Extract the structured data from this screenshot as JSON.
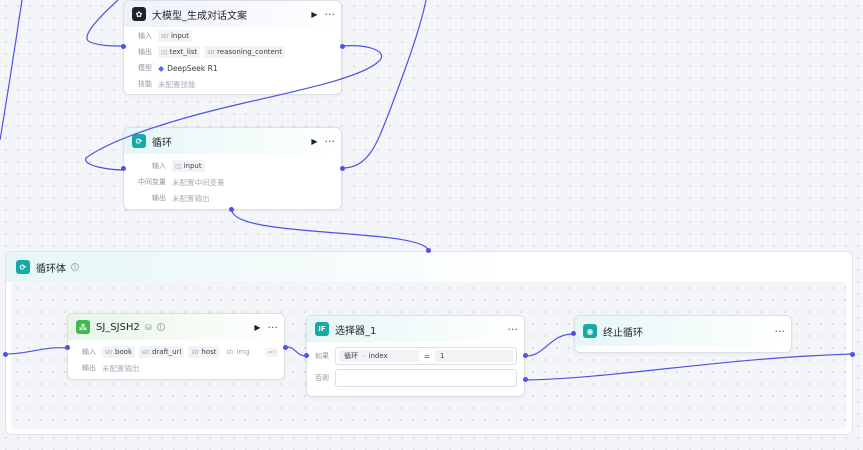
{
  "nodes": {
    "llm": {
      "title": "大模型_生成对话文案",
      "input_label": "输入",
      "inputs": [
        {
          "type": "str",
          "name": "input"
        }
      ],
      "output_label": "输出",
      "outputs": [
        {
          "type": "▯▯",
          "name": "text_list"
        },
        {
          "type": "str",
          "name": "reasoning_content"
        }
      ],
      "model_label": "模型",
      "model": "DeepSeek R1",
      "skill_label": "技能",
      "skill": "未配置技能"
    },
    "loop": {
      "title": "循环",
      "input_label": "输入",
      "inputs": [
        {
          "type": "▯▯",
          "name": "input"
        }
      ],
      "mid_label": "中间变量",
      "mid": "未配置中间变量",
      "output_label": "输出",
      "output": "未配置输出"
    },
    "loop_body": {
      "title": "循环体"
    },
    "plugin": {
      "title": "SJ_SJSH2",
      "input_label": "输入",
      "inputs": [
        {
          "type": "str",
          "name": "book"
        },
        {
          "type": "str",
          "name": "draft_url"
        },
        {
          "type": "str",
          "name": "host"
        },
        {
          "type": "str",
          "name": "img"
        }
      ],
      "overflow": "···",
      "output_label": "输出",
      "output": "未配置输出"
    },
    "selector": {
      "title": "选择器_1",
      "if_label": "如果",
      "cond_left_a": "循环",
      "cond_left_sep": "-",
      "cond_left_b": "index",
      "cond_op": "=",
      "cond_right": "1",
      "else_label": "否则"
    },
    "stop": {
      "title": "终止循环"
    }
  },
  "icons": {
    "play": "▶",
    "more": "···"
  },
  "colors": {
    "wire": "#4d53e8",
    "accent_teal": "#17a9a5",
    "plugin_green": "#3fb950"
  }
}
